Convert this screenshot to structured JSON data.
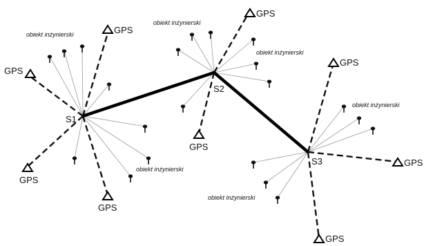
{
  "labels": {
    "gps": "GPS",
    "object": "obiekt inżynierski",
    "stations": [
      "S1",
      "S2",
      "S3"
    ]
  }
}
